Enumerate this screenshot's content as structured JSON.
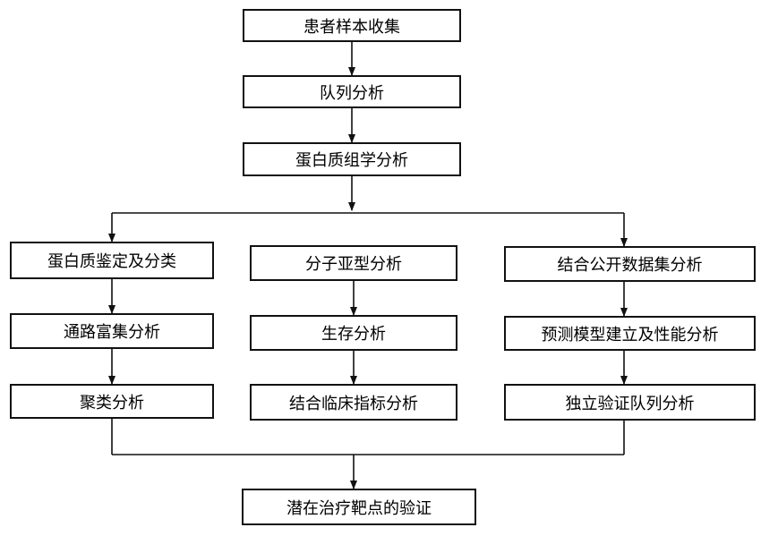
{
  "nodes": {
    "collect": "患者样本收集",
    "cohort": "队列分析",
    "proteomics": "蛋白质组学分析",
    "identify": "蛋白质鉴定及分类",
    "pathway": "通路富集分析",
    "cluster": "聚类分析",
    "subtype": "分子亚型分析",
    "survival": "生存分析",
    "clinical": "结合临床指标分析",
    "public": "结合公开数据集分析",
    "model": "预测模型建立及性能分析",
    "validation": "独立验证队列分析",
    "target": "潜在治疗靶点的验证"
  }
}
